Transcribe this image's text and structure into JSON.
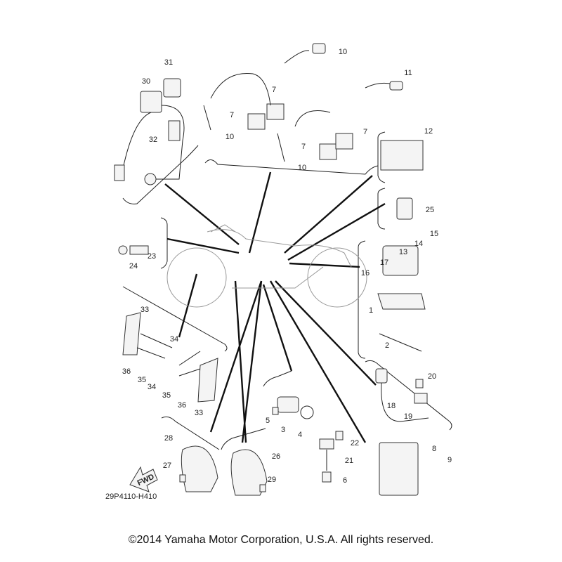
{
  "diagram": {
    "part_code": "29P4110-H410",
    "copyright": "©2014 Yamaha Motor Corporation, U.S.A. All rights reserved.",
    "fwd_label": "FWD",
    "labels": [
      "31",
      "30",
      "32",
      "10",
      "7",
      "7",
      "10",
      "11",
      "7",
      "7",
      "10",
      "12",
      "25",
      "15",
      "14",
      "13",
      "16",
      "17",
      "1",
      "2",
      "23",
      "24",
      "33",
      "34",
      "36",
      "35",
      "34",
      "35",
      "36",
      "33",
      "20",
      "18",
      "19",
      "5",
      "3",
      "4",
      "22",
      "21",
      "6",
      "8",
      "9",
      "28",
      "27",
      "26",
      "29"
    ]
  }
}
